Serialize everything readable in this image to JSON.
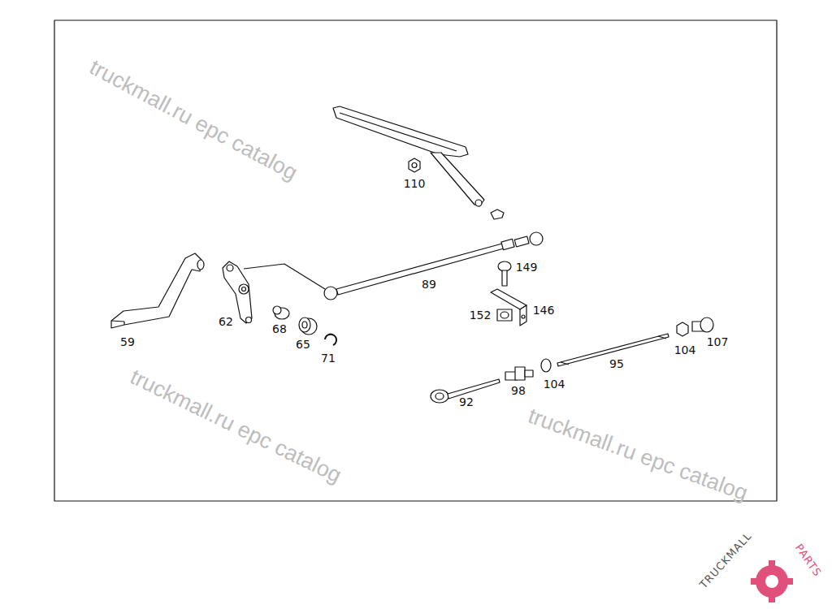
{
  "diagram": {
    "labels": [
      "110",
      "89",
      "149",
      "59",
      "62",
      "68",
      "65",
      "71",
      "152",
      "146",
      "104",
      "107",
      "95",
      "92",
      "98",
      "104",
      "truckmall.ru epc catalog",
      "truckmall.ru epc catalog",
      "truckmall.ru epc catalog",
      "TRUCKMALL",
      "PARTS"
    ]
  }
}
